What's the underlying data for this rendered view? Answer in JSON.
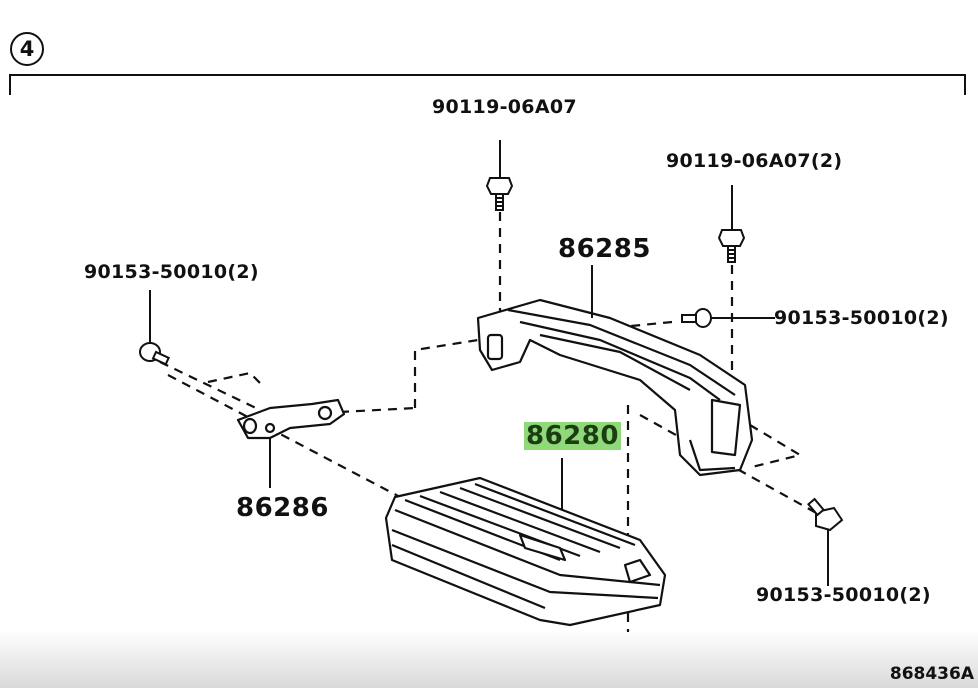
{
  "diagram": {
    "group_number": "4",
    "diagram_code": "868436A",
    "highlight_color": "#8fd97a",
    "parts": {
      "bolt_top": "90119-06A07",
      "bolt_right_top": "90119-06A07(2)",
      "screw_left": "90153-50010(2)",
      "screw_right_mid": "90153-50010(2)",
      "screw_right_bottom": "90153-50010(2)",
      "bracket_main": "86285",
      "amplifier": "86280",
      "bracket_small": "86286"
    }
  }
}
